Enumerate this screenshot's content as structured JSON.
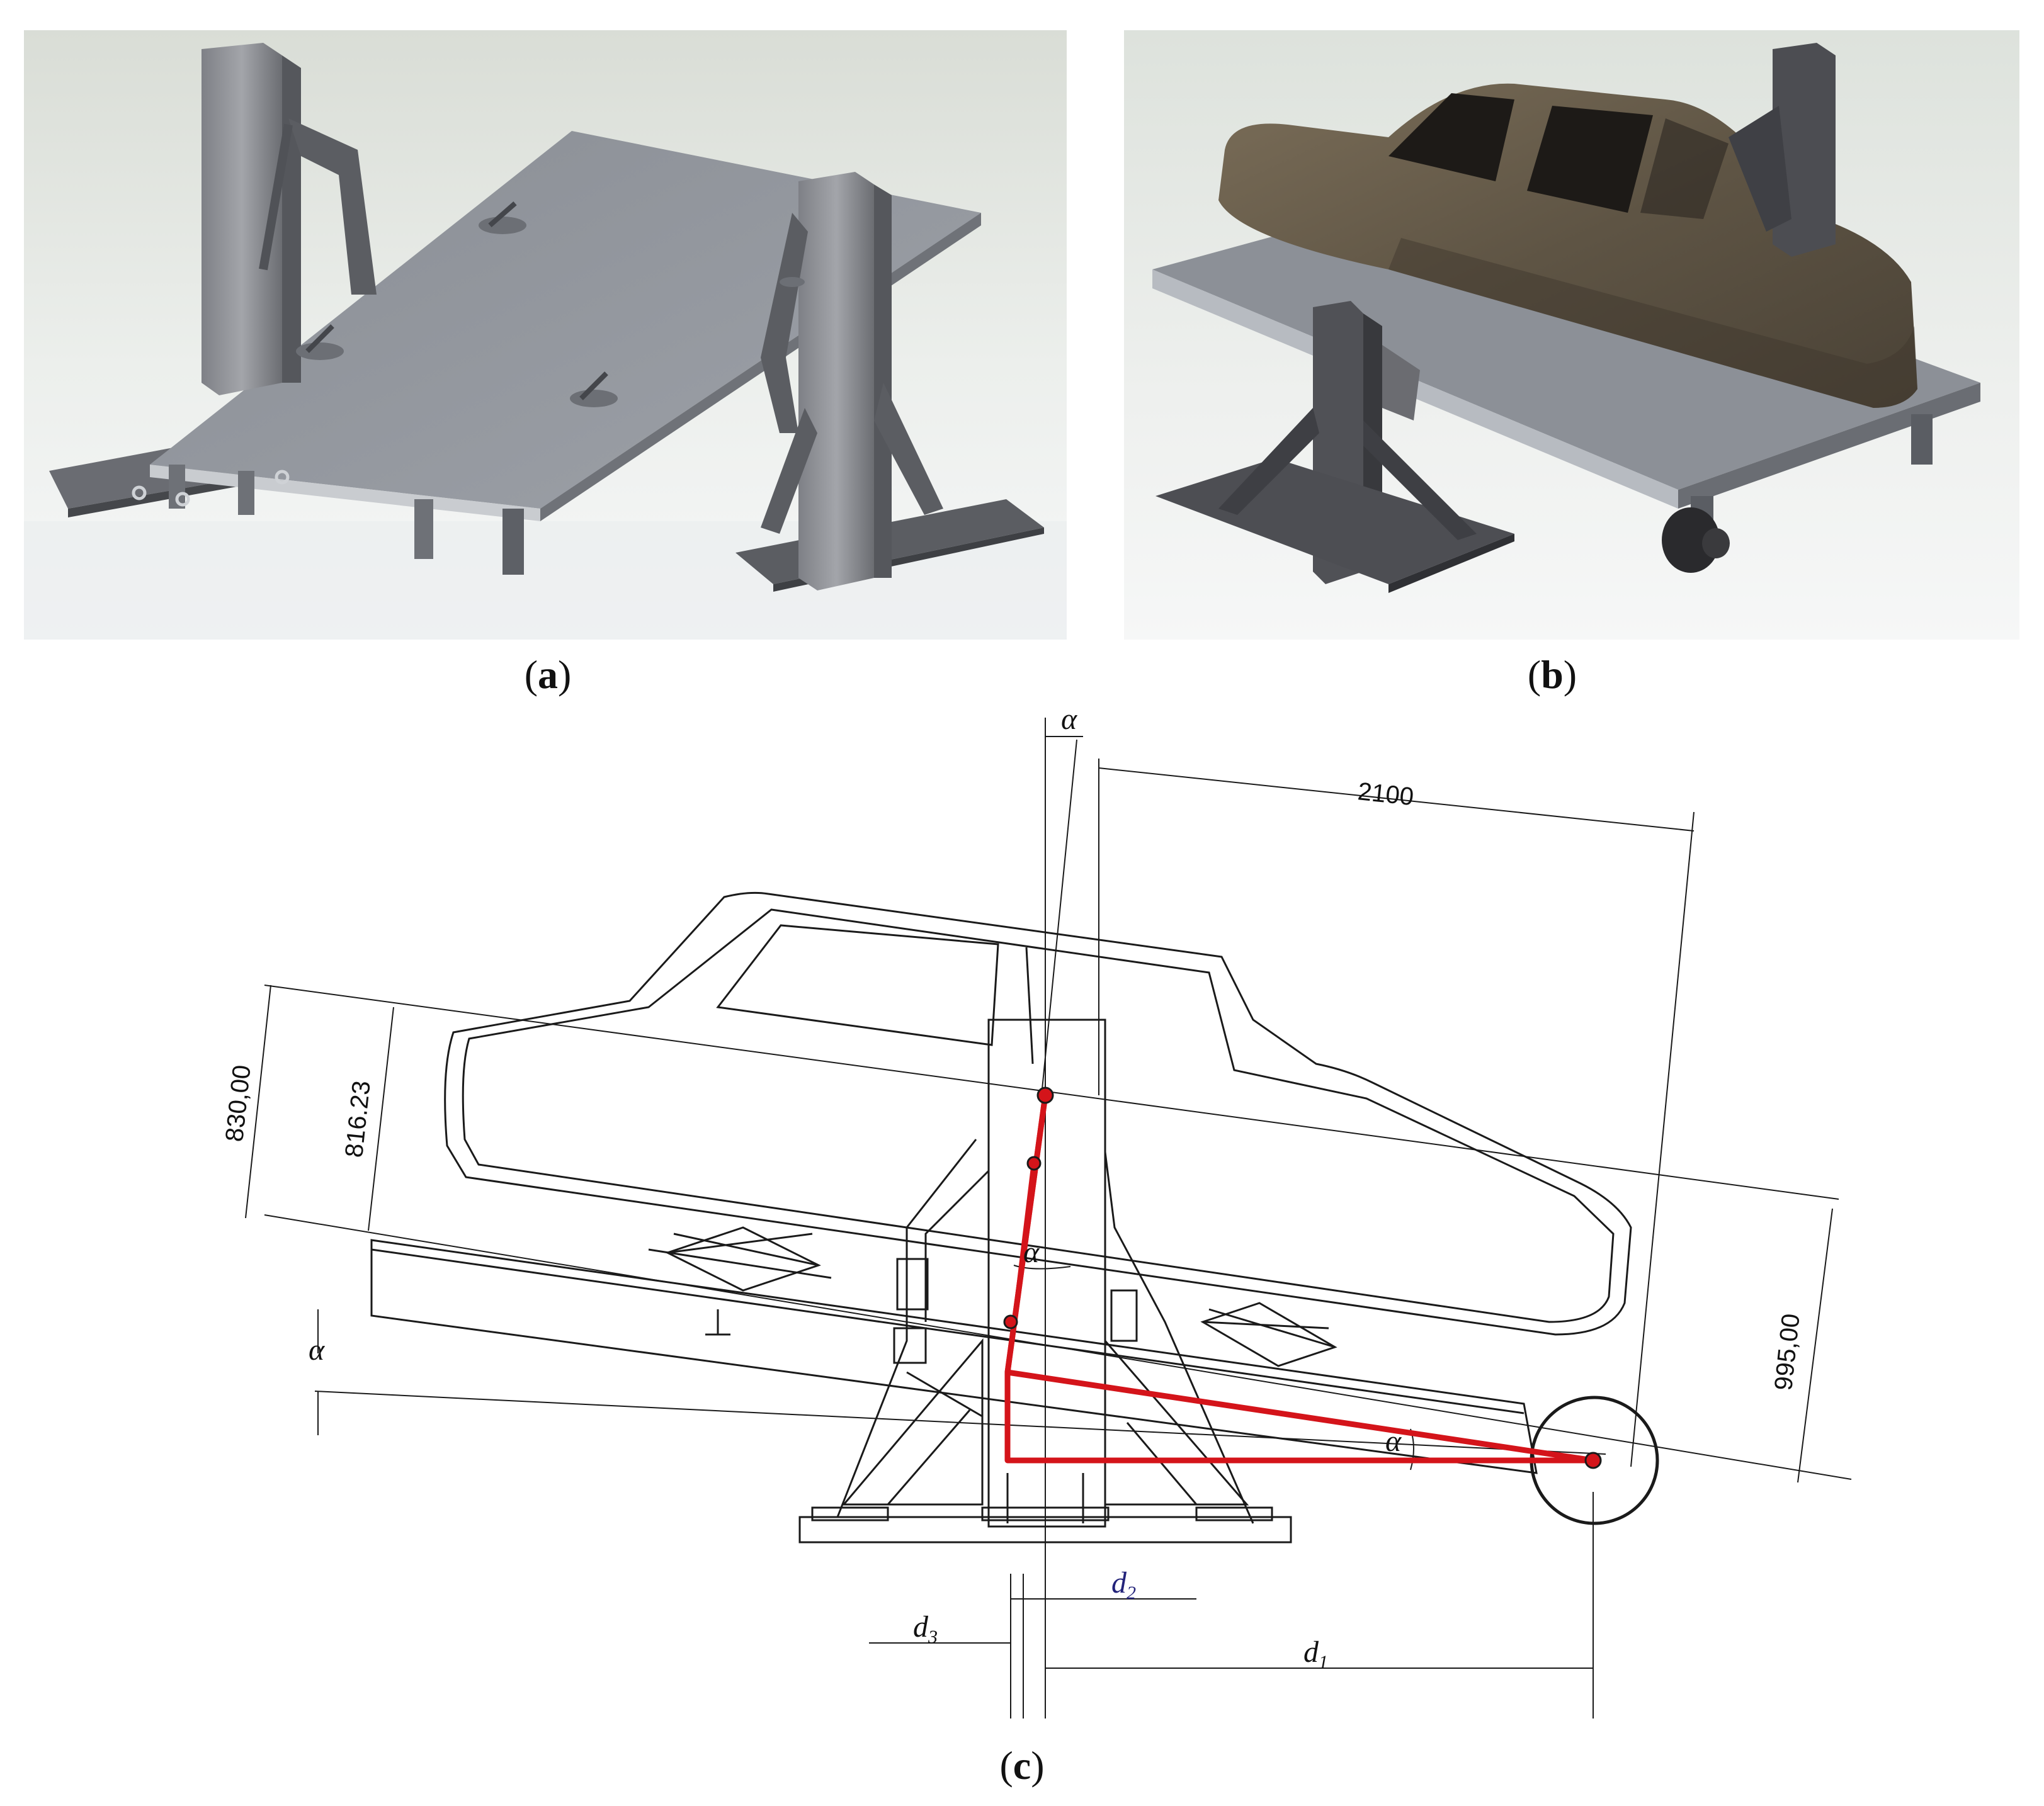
{
  "figure": {
    "panels": [
      {
        "id": "a",
        "caption_open": "(",
        "caption_letter": "a",
        "caption_close": ")"
      },
      {
        "id": "b",
        "caption_open": "(",
        "caption_letter": "b",
        "caption_close": ")"
      },
      {
        "id": "c",
        "caption_open": "(",
        "caption_letter": "c",
        "caption_close": ")"
      }
    ]
  },
  "drawing": {
    "dimensions": {
      "top_length": "2100",
      "left_outer_height": "830,00",
      "left_inner_height": "816.23",
      "right_height": "995,00"
    },
    "symbols": {
      "alpha": "α",
      "d1": "d",
      "d1_sub": "1",
      "d2": "d",
      "d2_sub": "2",
      "d3": "d",
      "d3_sub": "3"
    }
  },
  "colors": {
    "steel_dark": "#4a4a4e",
    "steel_mid": "#7d8086",
    "platform": "#8c9097",
    "car_body": "#6b5e4a",
    "background_grad": "#dfe4e0",
    "red_lines": "#d4141a",
    "drawing_lines": "#1a1a1a"
  }
}
